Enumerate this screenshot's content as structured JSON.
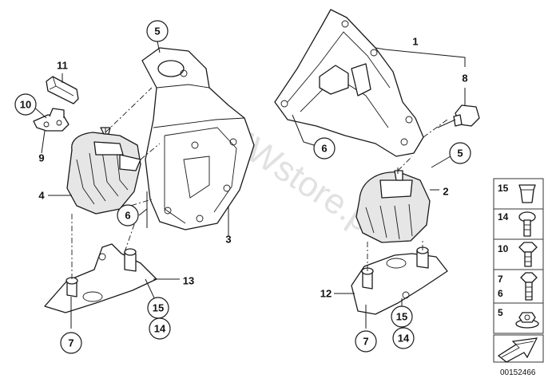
{
  "watermark": "BMWstore.pl",
  "diagram_id": "00152466",
  "callouts": {
    "c1": "1",
    "c2": "2",
    "c3": "3",
    "c4": "4",
    "c5a": "5",
    "c5b": "5",
    "c6a": "6",
    "c6b": "6",
    "c7a": "7",
    "c7b": "7",
    "c8": "8",
    "c9": "9",
    "c10": "10",
    "c11": "11",
    "c12": "12",
    "c13": "13",
    "c14a": "14",
    "c14b": "14",
    "c15a": "15",
    "c15b": "15"
  },
  "legend": [
    "15",
    "14",
    "10",
    "7",
    "6",
    "5"
  ]
}
